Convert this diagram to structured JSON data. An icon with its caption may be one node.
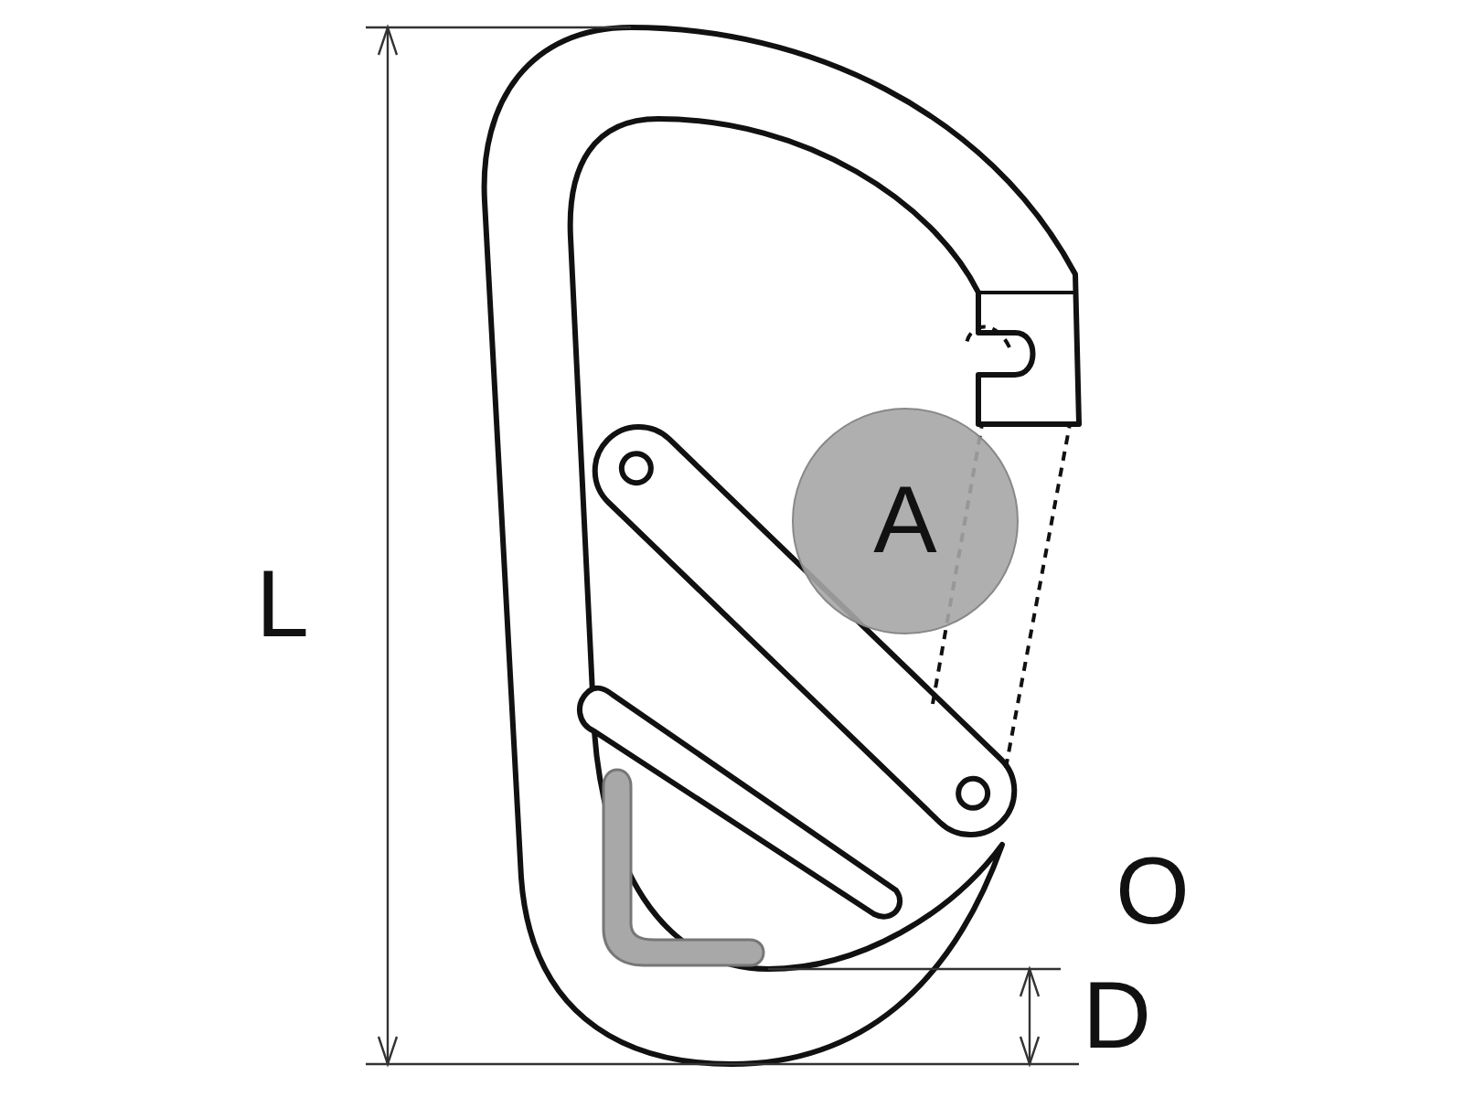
{
  "diagram": {
    "nodes": [
      {
        "text": [
          "A"
        ]
      }
    ],
    "labels": [
      "L",
      "O",
      "D"
    ]
  }
}
